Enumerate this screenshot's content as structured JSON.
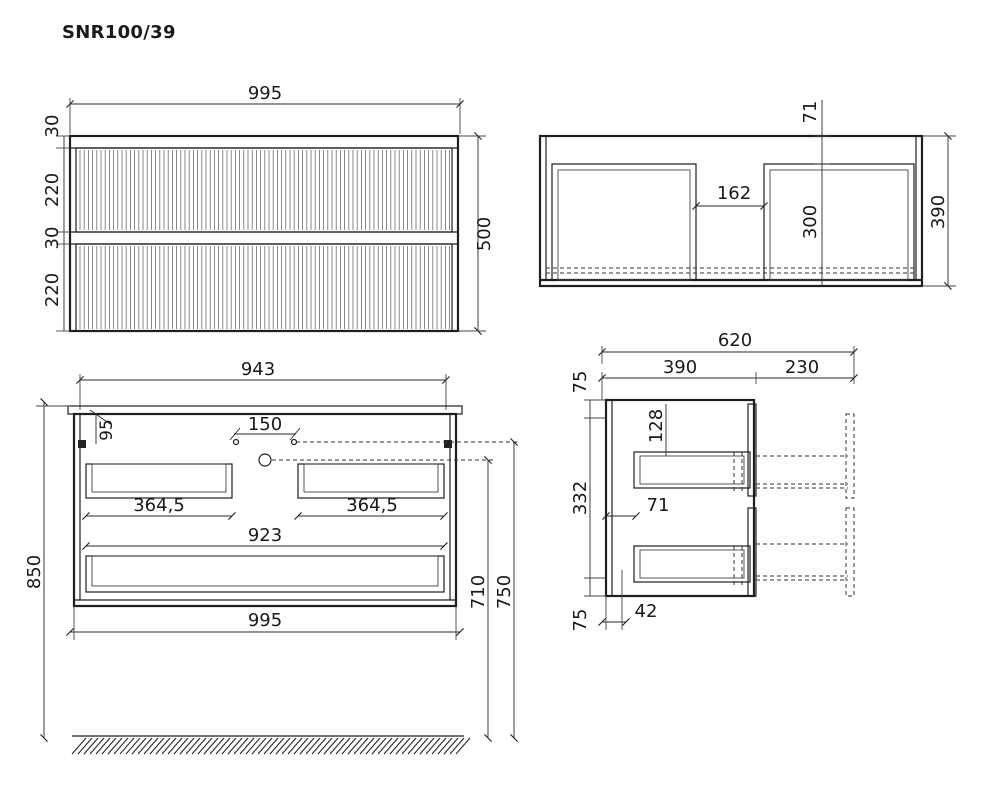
{
  "title": "SNR100/39",
  "front_view": {
    "width": "995",
    "height": "500",
    "top_gap": "30",
    "drawer1": "220",
    "mid_gap": "30",
    "drawer2": "220"
  },
  "top_view": {
    "top_offset": "71",
    "between": "162",
    "inner_depth": "300",
    "depth": "390"
  },
  "back_view": {
    "mount_span": "943",
    "offset_95": "95",
    "hole_span": "150",
    "left_cut": "364,5",
    "right_cut": "364,5",
    "bottom_cut": "923",
    "width": "995",
    "height_850": "850",
    "height_710": "710",
    "height_750": "750"
  },
  "side_view": {
    "total": "620",
    "part_a": "390",
    "part_b": "230",
    "top_75": "75",
    "d_128": "128",
    "d_332": "332",
    "d_71": "71",
    "bottom_75": "75",
    "d_42": "42"
  }
}
